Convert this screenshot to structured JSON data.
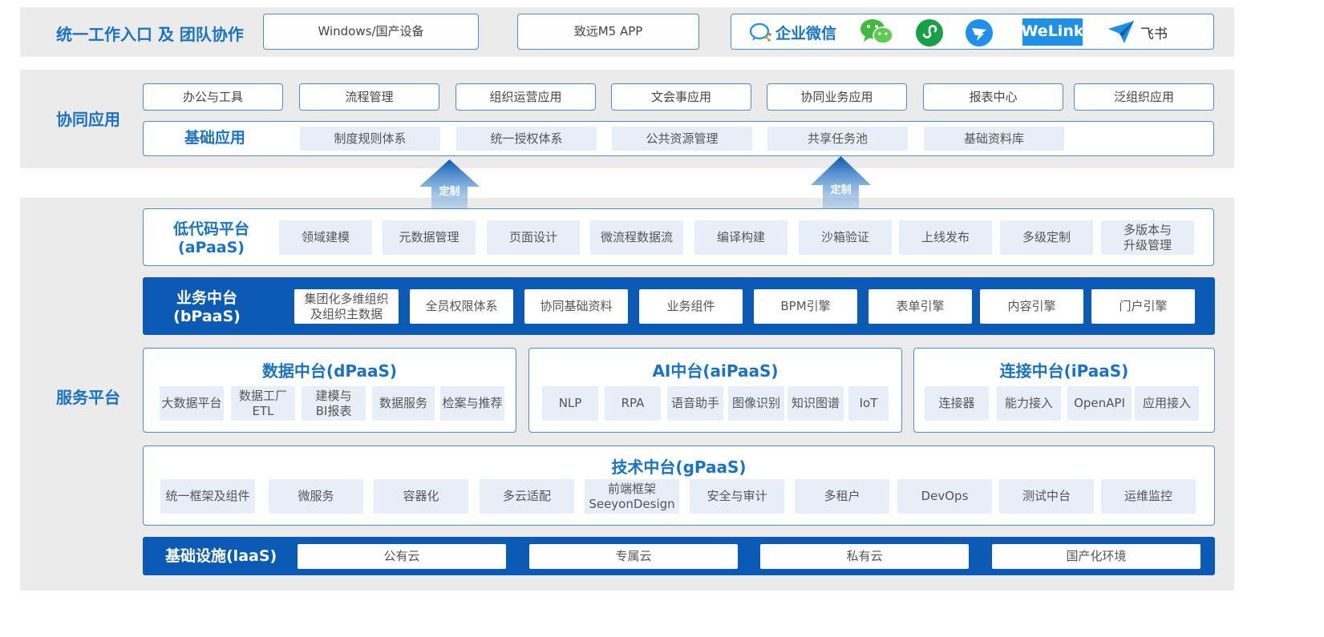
{
  "entry": {
    "title": "统一工作入口 及 团队协作",
    "windows": "Windows/国产设备",
    "app": "致远M5 APP",
    "wecom": "企业微信",
    "welink": "WeLink",
    "feishu": "飞书"
  },
  "collab": {
    "title": "协同应用",
    "apps": [
      "办公与工具",
      "流程管理",
      "组织运营应用",
      "文会事应用",
      "协同业务应用",
      "报表中心",
      "泛组织应用"
    ],
    "base_title": "基础应用",
    "base": [
      "制度规则体系",
      "统一授权体系",
      "公共资源管理",
      "共享任务池",
      "基础资料库"
    ]
  },
  "arrows": [
    "定制",
    "定制"
  ],
  "service": {
    "title": "服务平台",
    "apaas": {
      "title1": "低代码平台",
      "title2": "(aPaaS)",
      "items": [
        "领域建模",
        "元数据管理",
        "页面设计",
        "微流程数据流",
        "编译构建",
        "沙箱验证",
        "上线发布",
        "多级定制"
      ],
      "last1": "多版本与",
      "last2": "升级管理"
    },
    "bpaas": {
      "title1": "业务中台",
      "title2": "(bPaaS)",
      "first1": "集团化多维组织",
      "first2": "及组织主数据",
      "items": [
        "全员权限体系",
        "协同基础资料",
        "业务组件",
        "BPM引擎",
        "表单引擎",
        "内容引擎",
        "门户引擎"
      ]
    },
    "dpaas": {
      "title": "数据中台(dPaaS)",
      "c1": "大数据平台",
      "c2a": "数据工厂",
      "c2b": "ETL",
      "c3a": "建模与",
      "c3b": "BI报表",
      "c4": "数据服务",
      "c5": "检案与推荐"
    },
    "aipaas": {
      "title": "AI中台(aiPaaS)",
      "items": [
        "NLP",
        "RPA",
        "语音助手",
        "图像识别",
        "知识图谱",
        "IoT"
      ]
    },
    "ipaas": {
      "title": "连接中台(iPaaS)",
      "items": [
        "连接器",
        "能力接入",
        "OpenAPI",
        "应用接入"
      ]
    },
    "gpaas": {
      "title": "技术中台(gPaaS)",
      "c1": "统一框架及组件",
      "c2": "微服务",
      "c3": "容器化",
      "c4": "多云适配",
      "c5a": "前端框架",
      "c5b": "SeeyonDesign",
      "c6": "安全与审计",
      "c7": "多租户",
      "c8": "DevOps",
      "c9": "测试中台",
      "c10": "运维监控"
    },
    "iaas": {
      "title": "基础设施(laaS)",
      "items": [
        "公有云",
        "专属云",
        "私有云",
        "国产化环境"
      ]
    }
  },
  "colors": {
    "accent": "#1a72c6",
    "dark_blue": "#0b5bb5",
    "band": "#ebebeb",
    "cell": "#e6eef8",
    "wechat_green": "#3fb93f",
    "welink_blue": "#1e90e6"
  },
  "icons": [
    "wecom-logo-icon",
    "wechat-icon",
    "mini-program-icon",
    "dingtalk-icon",
    "welink-logo",
    "feishu-icon"
  ]
}
